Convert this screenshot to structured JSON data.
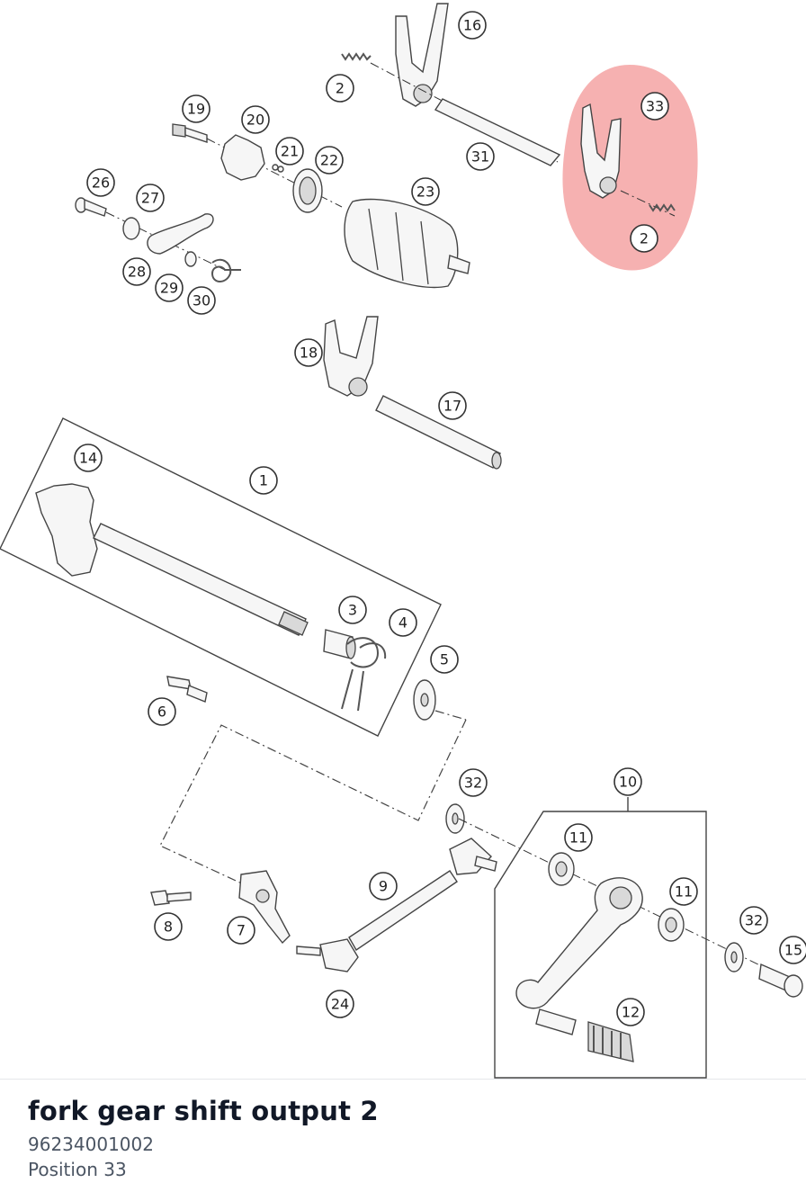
{
  "diagram": {
    "highlight_color": "#f5a3a3",
    "callouts": [
      {
        "id": "c16",
        "label": "16"
      },
      {
        "id": "c2a",
        "label": "2"
      },
      {
        "id": "c33",
        "label": "33"
      },
      {
        "id": "c19",
        "label": "19"
      },
      {
        "id": "c20",
        "label": "20"
      },
      {
        "id": "c21",
        "label": "21"
      },
      {
        "id": "c22",
        "label": "22"
      },
      {
        "id": "c31",
        "label": "31"
      },
      {
        "id": "c26",
        "label": "26"
      },
      {
        "id": "c27",
        "label": "27"
      },
      {
        "id": "c23",
        "label": "23"
      },
      {
        "id": "c2b",
        "label": "2"
      },
      {
        "id": "c28",
        "label": "28"
      },
      {
        "id": "c29",
        "label": "29"
      },
      {
        "id": "c30",
        "label": "30"
      },
      {
        "id": "c18",
        "label": "18"
      },
      {
        "id": "c17",
        "label": "17"
      },
      {
        "id": "c14",
        "label": "14"
      },
      {
        "id": "c1",
        "label": "1"
      },
      {
        "id": "c3",
        "label": "3"
      },
      {
        "id": "c4",
        "label": "4"
      },
      {
        "id": "c5",
        "label": "5"
      },
      {
        "id": "c6",
        "label": "6"
      },
      {
        "id": "c32a",
        "label": "32"
      },
      {
        "id": "c10",
        "label": "10"
      },
      {
        "id": "c11a",
        "label": "11"
      },
      {
        "id": "c9",
        "label": "9"
      },
      {
        "id": "c11b",
        "label": "11"
      },
      {
        "id": "c32b",
        "label": "32"
      },
      {
        "id": "c15",
        "label": "15"
      },
      {
        "id": "c8",
        "label": "8"
      },
      {
        "id": "c7",
        "label": "7"
      },
      {
        "id": "c24",
        "label": "24"
      },
      {
        "id": "c12",
        "label": "12"
      }
    ]
  },
  "part": {
    "name": "fork gear shift output 2",
    "number": "96234001002",
    "position": "Position 33"
  }
}
